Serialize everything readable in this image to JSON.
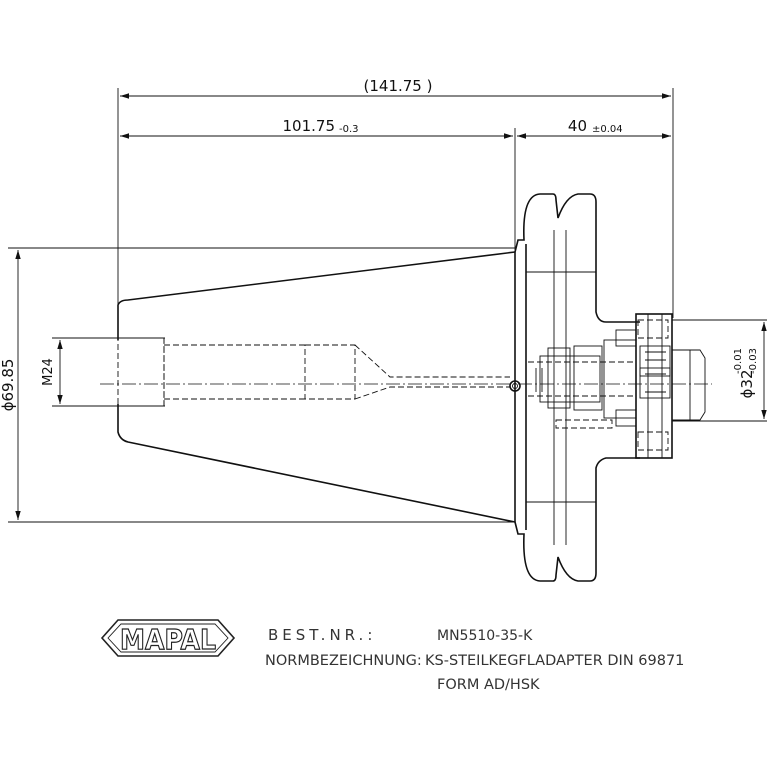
{
  "dimensions": {
    "overall_length": "(141.75 )",
    "taper_length": "101.75",
    "taper_tolerance": "-0.3",
    "flange_length": "40",
    "flange_tolerance": "±0.04",
    "diameter_large": "ϕ69.85",
    "thread": "M24",
    "bore_diameter": "ϕ32",
    "bore_tol_upper": "-0.01",
    "bore_tol_lower": "-0.03"
  },
  "title_block": {
    "logo_text": "MAPAL",
    "order_label": "BEST.NR.:",
    "order_value": "MN5510-35-K",
    "norm_label": "NORMBEZEICHNUNG:",
    "norm_value": "KS-STEILKEGFLADAPTER DIN 69871",
    "form_value": "FORM AD/HSK"
  },
  "colors": {
    "line": "#111111",
    "text_gray": "#333333",
    "background": "#ffffff"
  }
}
